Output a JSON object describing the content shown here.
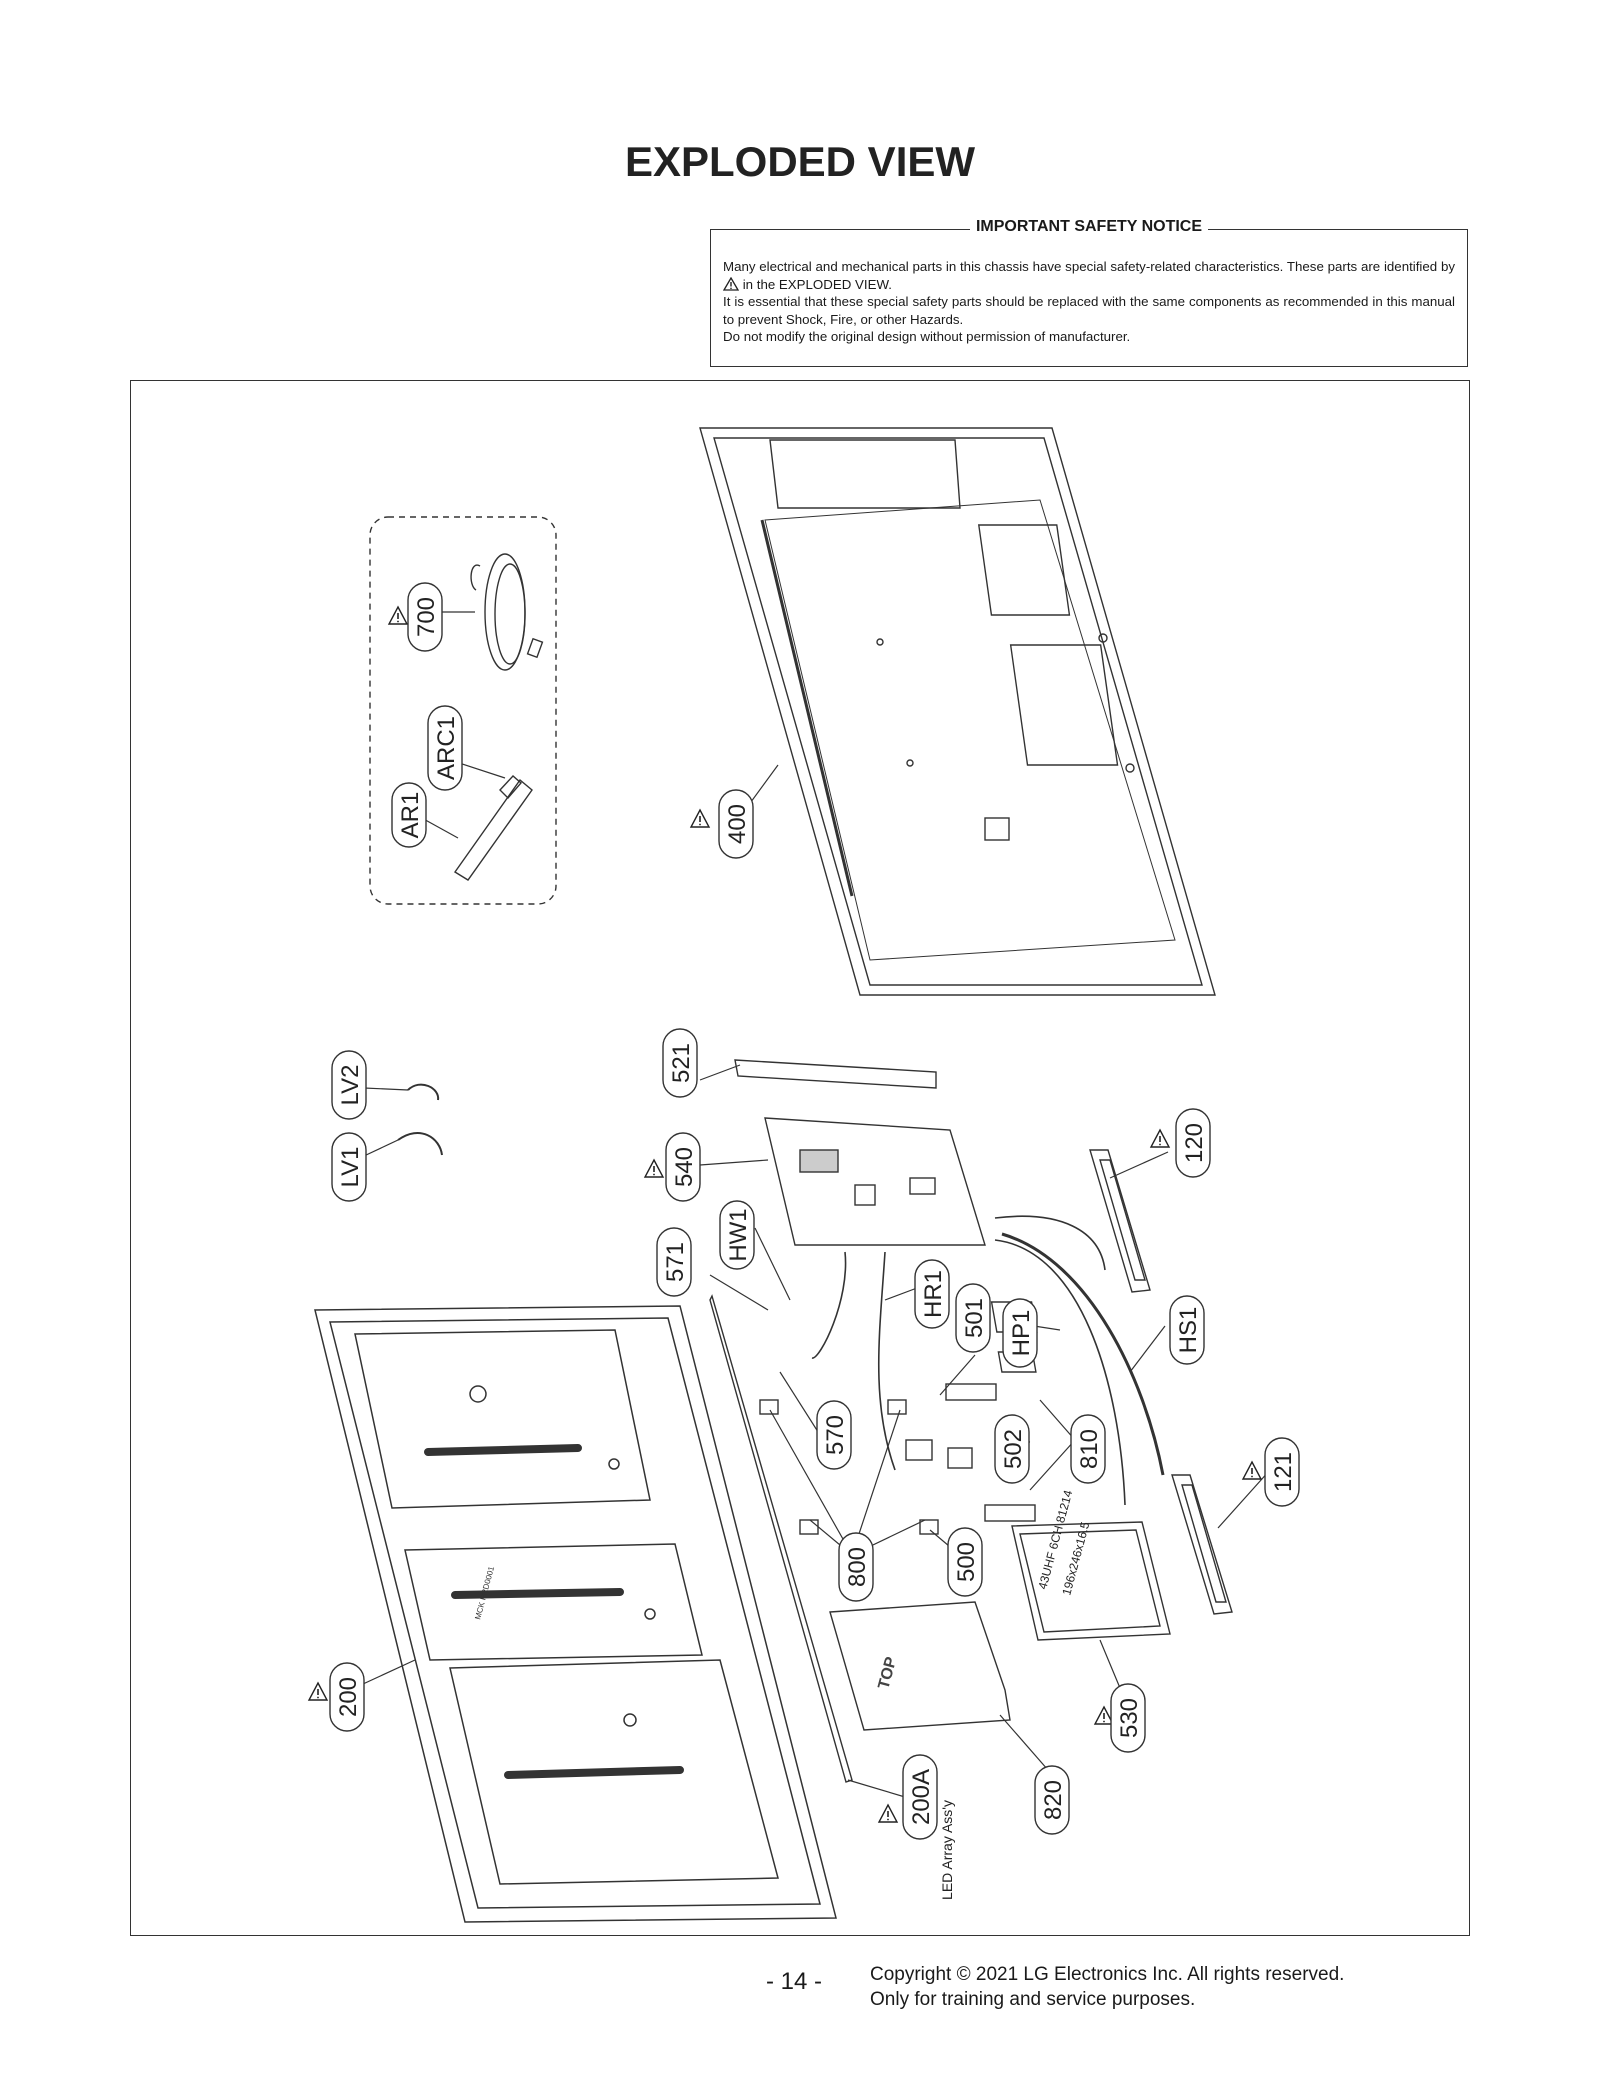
{
  "page": {
    "title": "EXPLODED VIEW",
    "page_number": "- 14 -",
    "copyright_line1": "Copyright © 2021 LG Electronics Inc. All rights reserved.",
    "copyright_line2": "Only for training and service purposes."
  },
  "notice": {
    "title": "IMPORTANT SAFETY NOTICE",
    "line1a": "Many electrical and mechanical parts in this chassis have special safety-related characteristics. These parts are identified by",
    "line1b": "in the EXPLODED VIEW.",
    "line2": "It is essential that these special safety parts should be replaced with the same components as recommended in this manual to prevent Shock, Fire, or other Hazards.",
    "line3": "Do not modify the original design without permission of manufacturer."
  },
  "parts": {
    "p700": "700",
    "pARC1": "ARC1",
    "pAR1": "AR1",
    "p400": "400",
    "p521": "521",
    "pLV2": "LV2",
    "pLV1": "LV1",
    "p540": "540",
    "p120": "120",
    "pHW1": "HW1",
    "p571": "571",
    "pHR1": "HR1",
    "p501": "501",
    "pHP1": "HP1",
    "pHS1": "HS1",
    "p570": "570",
    "p502": "502",
    "p810": "810",
    "p121": "121",
    "p800": "800",
    "p500": "500",
    "p200": "200",
    "p530": "530",
    "p820": "820",
    "p200A": "200A",
    "led_array": "LED Array Ass'y",
    "module_label_1": "43UHF 6CH 81214",
    "module_label_2": "196x246x16.5",
    "top_arrow": "TOP",
    "panel_label": "MCK PRD0001"
  }
}
